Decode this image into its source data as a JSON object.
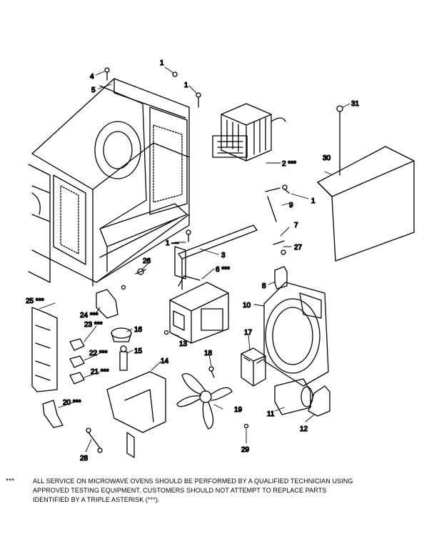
{
  "callouts": [
    {
      "id": "c1a",
      "text": "1"
    },
    {
      "id": "c1b",
      "text": "1"
    },
    {
      "id": "c1c",
      "text": "1"
    },
    {
      "id": "c1d",
      "text": "1 —"
    },
    {
      "id": "c2",
      "text": "2 ***"
    },
    {
      "id": "c3",
      "text": "3"
    },
    {
      "id": "c4",
      "text": "4"
    },
    {
      "id": "c5",
      "text": "5"
    },
    {
      "id": "c6",
      "text": "6 ***"
    },
    {
      "id": "c7",
      "text": "7"
    },
    {
      "id": "c8",
      "text": "8"
    },
    {
      "id": "c9",
      "text": "9"
    },
    {
      "id": "c10",
      "text": "10"
    },
    {
      "id": "c11",
      "text": "11"
    },
    {
      "id": "c12",
      "text": "12"
    },
    {
      "id": "c13",
      "text": "13"
    },
    {
      "id": "c14",
      "text": "14"
    },
    {
      "id": "c15",
      "text": "15"
    },
    {
      "id": "c16",
      "text": "16"
    },
    {
      "id": "c17",
      "text": "17"
    },
    {
      "id": "c18",
      "text": "18"
    },
    {
      "id": "c19",
      "text": "19"
    },
    {
      "id": "c20",
      "text": "20 ***"
    },
    {
      "id": "c21",
      "text": "21 ***"
    },
    {
      "id": "c22",
      "text": "22 ***"
    },
    {
      "id": "c23",
      "text": "23 ***"
    },
    {
      "id": "c24",
      "text": "24 ***"
    },
    {
      "id": "c25",
      "text": "25 ***"
    },
    {
      "id": "c26",
      "text": "26"
    },
    {
      "id": "c27",
      "text": "27"
    },
    {
      "id": "c28",
      "text": "28"
    },
    {
      "id": "c29",
      "text": "29"
    },
    {
      "id": "c30",
      "text": "30"
    },
    {
      "id": "c31",
      "text": "31"
    }
  ],
  "note": {
    "marker": "***",
    "lines": [
      "ALL SERVICE ON MICROWAVE OVENS SHOULD BE PERFORMED BY A  QUALIFIED TECHNICIAN USING",
      "APPROVED TESTING EQUIPMENT.  CUSTOMERS SHOULD NOT ATTEMPT TO REPLACE PARTS",
      "IDENTIFIED BY A TRIPLE ASTERISK (***)."
    ]
  }
}
